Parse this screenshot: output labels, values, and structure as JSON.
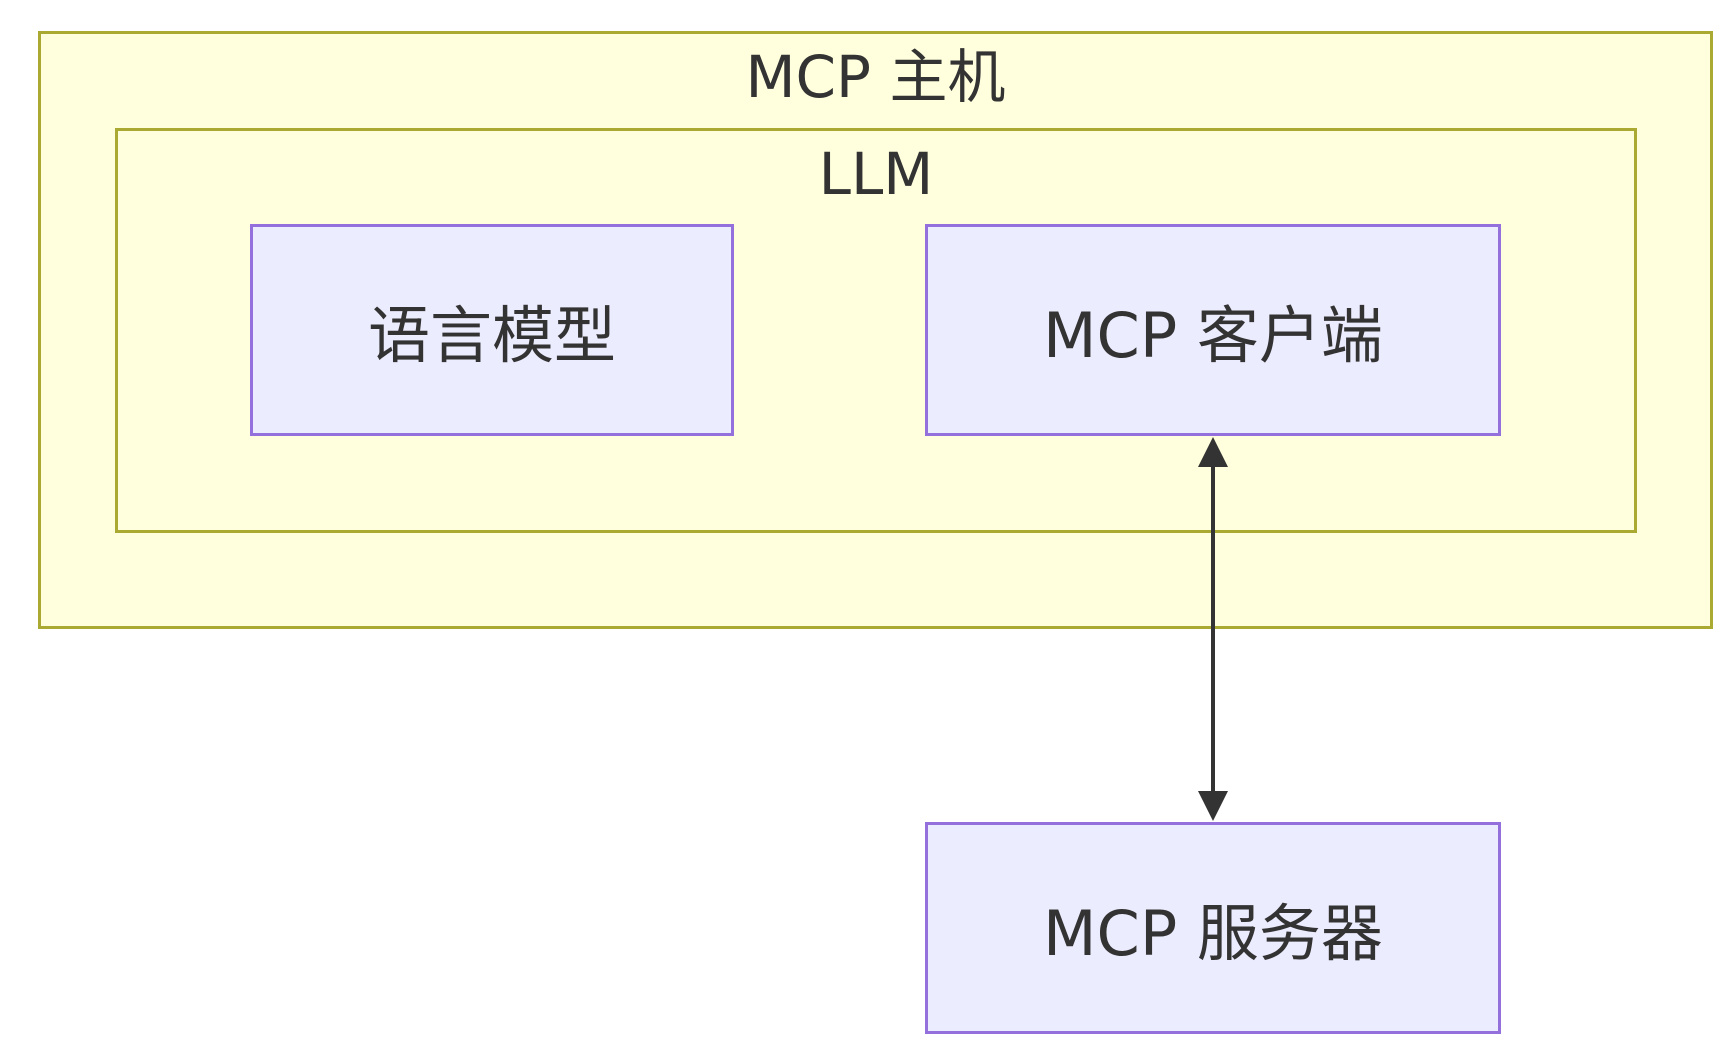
{
  "clusters": {
    "host": {
      "label": "MCP 主机"
    },
    "llm": {
      "label": "LLM"
    }
  },
  "nodes": {
    "language_model": {
      "label": "语言模型"
    },
    "mcp_client": {
      "label": "MCP 客户端"
    },
    "mcp_server": {
      "label": "MCP 服务器"
    }
  },
  "edges": [
    {
      "from": "MCP 客户端",
      "to": "MCP 服务器",
      "direction": "bidirectional"
    }
  ],
  "colors": {
    "cluster_fill": "#ffffde",
    "cluster_border": "#aaaa33",
    "node_fill": "#ececff",
    "node_border": "#9370db",
    "edge": "#333333",
    "text": "#333333"
  }
}
